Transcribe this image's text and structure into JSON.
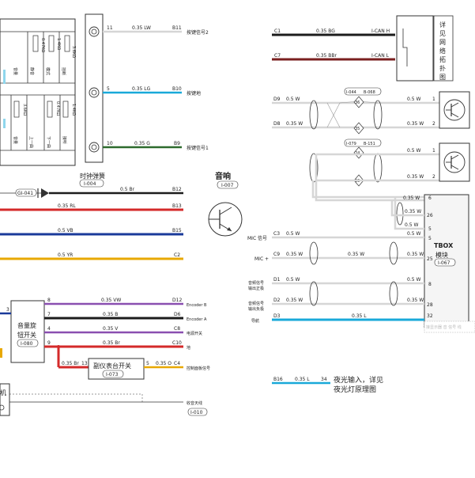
{
  "colors": {
    "white_wire": "#d6d6d6",
    "red": "#d42a2a",
    "blue": "#1a3a9a",
    "yellow": "#e8a800",
    "lightblue": "#19a9d9",
    "black": "#1c1c1c",
    "green": "#2d6b2d",
    "dark_red": "#7a1f1f",
    "box_fill": "#f5f5f5"
  },
  "clock_spring": {
    "label": "时钟弹簧",
    "code": "I-004",
    "pins": [
      {
        "pin": "11",
        "spec": "0.35 LW",
        "conn": "B11",
        "signal": "按键信号2"
      },
      {
        "pin": "5",
        "spec": "0.35 LG",
        "conn": "B10",
        "signal": "按键地"
      },
      {
        "pin": "10",
        "spec": "0.35 G",
        "conn": "B9",
        "signal": "按键信号1"
      }
    ]
  },
  "switch_panel": {
    "top_resistors": [
      "0.47KΩ",
      "1.4KΩ",
      "3.6KΩ"
    ],
    "top_labels": [
      "静音",
      "模式",
      "挂断"
    ],
    "top_left_label": "音量",
    "bottom_resistors": [
      "3.6KΩ",
      "0.47KΩ",
      "1.4KΩ"
    ],
    "bottom_labels": [
      "音量",
      "上一曲",
      "下一曲",
      "接听"
    ]
  },
  "speaker": {
    "label": "音响",
    "code": "I-007"
  },
  "left_rows": [
    {
      "spec": "0.5 Br",
      "conn": "B12",
      "comp": "GI-041"
    },
    {
      "spec": "0.35 RL",
      "conn": "B13"
    },
    {
      "spec": "0.5 VB",
      "conn": "B15"
    },
    {
      "spec": "0.5 YR",
      "conn": "C2"
    }
  ],
  "volume_knob": {
    "label_line1": "音量旋",
    "label_line2": "钮开关",
    "code": "I-080",
    "left_pin": "3",
    "rows": [
      {
        "pin": "8",
        "spec": "0.35 VW",
        "conn": "D12",
        "signal": "Encoder B"
      },
      {
        "pin": "7",
        "spec": "0.35 B",
        "conn": "D6",
        "signal": "Encoder A"
      },
      {
        "pin": "4",
        "spec": "0.35 V",
        "conn": "C8",
        "signal": "电源开关"
      },
      {
        "pin": "9",
        "spec": "0.35 Br",
        "conn": "C10",
        "signal": "地"
      }
    ]
  },
  "aux_switch": {
    "label": "副仪表台开关",
    "code": "I-073",
    "left_spec": "0.35 Br",
    "left_pin": "13",
    "right_pin": "5",
    "right_spec": "0.35 O",
    "conn": "C4",
    "signal": "控制面板信号"
  },
  "antenna": {
    "label": "收音天线",
    "code": "I-010",
    "left_frag": "机"
  },
  "can_bus": {
    "rows": [
      {
        "conn": "C1",
        "spec": "0.35 BG",
        "name": "I-CAN H"
      },
      {
        "conn": "C7",
        "spec": "0.35 BBr",
        "name": "I-CAN L"
      }
    ],
    "note": [
      "详",
      "见",
      "网",
      "络",
      "拓",
      "扑",
      "图"
    ]
  },
  "speakers_right": {
    "rows": [
      {
        "conn": "D9",
        "spec": "0.5 W",
        "right_spec": "0.5 W",
        "pin": "1"
      },
      {
        "conn": "D8",
        "spec": "0.35 W",
        "right_spec": "0.35 W",
        "pin": "2"
      }
    ],
    "code_top_a": "I-044",
    "code_top_b": "B-068",
    "code_mid_a": "I-079",
    "code_mid_b": "B-151",
    "splice_1": "36",
    "splice_2": "35",
    "splice_3": "24",
    "splice_4": "23",
    "lower_rows": [
      {
        "spec": "0.5 W",
        "pin": "1"
      },
      {
        "spec": "0.35 W",
        "pin": "2"
      }
    ]
  },
  "tbox": {
    "label_line1": "TBOX",
    "label_line2": "模块",
    "code": "I-067",
    "pins_top": [
      {
        "spec": "0.35 W",
        "pin": "6"
      },
      {
        "spec": "0.35 W",
        "pin": "26"
      },
      {
        "spec": "0.5 W",
        "pin": "5"
      }
    ],
    "mic_rows": [
      {
        "signal": "MIC 信号",
        "conn": "C3",
        "spec": "0.5 W",
        "right_spec": "0.5 W",
        "pin": "5"
      },
      {
        "signal": "MIC +",
        "conn": "C9",
        "spec": "0.35 W",
        "mid_spec": "0.35 W",
        "right_spec": "0.35 W",
        "pin": "25"
      }
    ],
    "audio_rows": [
      {
        "signal1": "音频信号",
        "signal2": "输出正极",
        "conn": "D1",
        "spec": "0.5 W",
        "right_spec": "0.5 W",
        "pin": "8"
      },
      {
        "signal1": "音频信号",
        "signal2": "输出负极",
        "conn": "D2",
        "spec": "0.35 W",
        "right_spec": "0.35 W",
        "pin": "28"
      }
    ],
    "nav_row": {
      "signal": "导航",
      "conn": "D3",
      "spec": "0.35 L",
      "pin": "32"
    },
    "faded": "接显示器 音 信号 线"
  },
  "night_light": {
    "conn": "B16",
    "spec": "0.35 L",
    "pin": "34",
    "text_line1": "夜光输入，详见",
    "text_line2": "夜光灯原理图"
  }
}
